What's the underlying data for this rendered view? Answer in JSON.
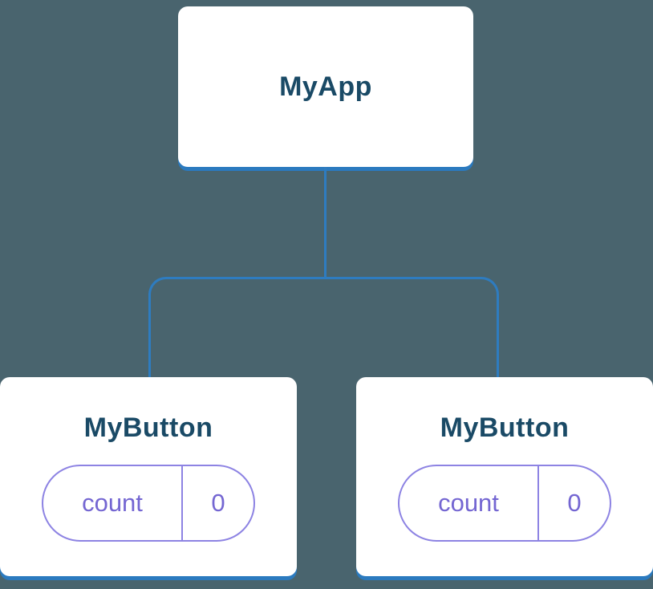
{
  "diagram": {
    "background_color": "#49646e",
    "connector_color": "#2e7cc0",
    "card_shadow_color": "#2b7abf",
    "title_color": "#1a4a66",
    "state_color": "#7b6bd6"
  },
  "tree": {
    "root": {
      "label": "MyApp"
    },
    "children": [
      {
        "label": "MyButton",
        "state": {
          "key": "count",
          "value": "0"
        }
      },
      {
        "label": "MyButton",
        "state": {
          "key": "count",
          "value": "0"
        }
      }
    ]
  }
}
